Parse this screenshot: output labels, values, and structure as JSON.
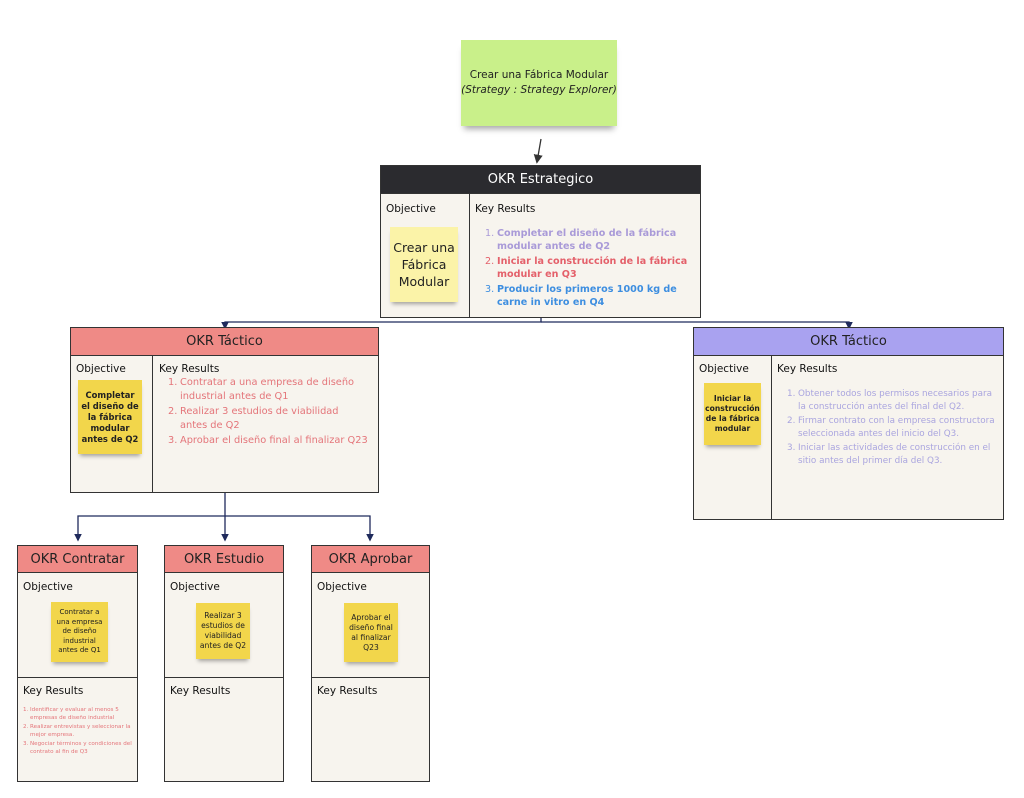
{
  "top_note": {
    "title": "Crear una Fábrica Modular",
    "subtitle": "(Strategy : Strategy Explorer)"
  },
  "strategic": {
    "header": "OKR Estrategico",
    "objective_label": "Objective",
    "key_results_label": "Key Results",
    "objective_note": "Crear una Fábrica Modular",
    "key_results": [
      {
        "num": "1.",
        "text": "Completar el diseño de la fábrica modular antes de Q2",
        "color": "#a99ad8"
      },
      {
        "num": "2.",
        "text": "Iniciar la construcción de la fábrica modular en Q3",
        "color": "#e4606a"
      },
      {
        "num": "3.",
        "text": "Producir los primeros 1000 kg de carne in vitro en Q4",
        "color": "#3d8ee0"
      }
    ],
    "header_color": "#2b2b2f"
  },
  "tactical_left": {
    "header": "OKR Táctico",
    "objective_label": "Objective",
    "key_results_label": "Key Results",
    "objective_note": "Completar el diseño de la fábrica modular antes de Q2",
    "key_results": [
      {
        "num": "1.",
        "text": "Contratar a una empresa de diseño industrial antes de Q1"
      },
      {
        "num": "2.",
        "text": "Realizar 3 estudios de viabilidad antes de Q2"
      },
      {
        "num": "3.",
        "text": "Aprobar el diseño final al finalizar Q23"
      }
    ],
    "header_color": "#ef8a86",
    "kr_color": "#e4757a"
  },
  "tactical_right": {
    "header": "OKR Táctico",
    "objective_label": "Objective",
    "key_results_label": "Key Results",
    "objective_note": "Iniciar la construcción de la fábrica modular",
    "key_results": [
      {
        "num": "1.",
        "text": "Obtener todos los permisos necesarios para la construcción antes del final del Q2."
      },
      {
        "num": "2.",
        "text": "Firmar contrato con la empresa constructora seleccionada antes del inicio del Q3."
      },
      {
        "num": "3.",
        "text": "Iniciar las actividades de construcción en el sitio antes del primer día del Q3."
      }
    ],
    "header_color": "#a9a2f0",
    "kr_color": "#aaa5df"
  },
  "contratar": {
    "header": "OKR Contratar",
    "objective_label": "Objective",
    "key_results_label": "Key Results",
    "objective_note": "Contratar a una empresa de diseño industrial antes de Q1",
    "key_results": [
      {
        "num": "1.",
        "text": "Identificar y evaluar al menos 5 empresas de diseño industrial"
      },
      {
        "num": "2.",
        "text": "Realizar entrevistas y seleccionar la mejor empresa."
      },
      {
        "num": "3.",
        "text": "Negociar términos y condiciones del contrato al fin de Q3"
      }
    ],
    "header_color": "#ef8a86",
    "kr_color": "#e4757a"
  },
  "estudio": {
    "header": "OKR Estudio",
    "objective_label": "Objective",
    "key_results_label": "Key Results",
    "objective_note": "Realizar 3 estudios de viabilidad antes de Q2",
    "header_color": "#ef8a86"
  },
  "aprobar": {
    "header": "OKR Aprobar",
    "objective_label": "Objective",
    "key_results_label": "Key Results",
    "objective_note": "Aprobar el diseño final al finalizar Q23",
    "header_color": "#ef8a86"
  },
  "colors": {
    "connector": "#1f2a5c",
    "card_bg": "#f7f4ee",
    "sticky_yellow": "#f2d64b",
    "sticky_light": "#fbf3a8",
    "sticky_green": "#c9f08a"
  }
}
